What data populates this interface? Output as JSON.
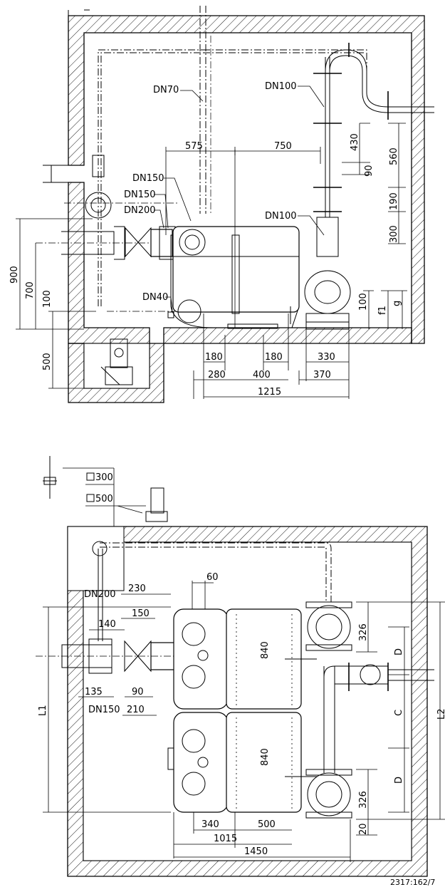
{
  "top_view": {
    "pipe_labels": [
      "DN70",
      "DN100",
      "DN150",
      "DN150",
      "DN200",
      "DN100",
      "DN40"
    ],
    "dims": {
      "d575": "575",
      "d750": "750",
      "d430": "430",
      "d90": "90",
      "d560": "560",
      "d190": "190",
      "d300": "300",
      "d900": "900",
      "d700": "700",
      "d100_left": "100",
      "d500": "500",
      "d100_right": "100",
      "f1": "f1",
      "g": "g",
      "d180a": "180",
      "d180b": "180",
      "d330": "330",
      "d280": "280",
      "d400": "400",
      "d370": "370",
      "d1215": "1215"
    }
  },
  "bottom_view": {
    "labels": {
      "sq300": "300",
      "sq500": "500",
      "dn200": "DN200",
      "dn150": "DN150",
      "d230": "230",
      "d60": "60",
      "d150": "150",
      "d140": "140",
      "d135": "135",
      "d90": "90",
      "d210": "210",
      "d840a": "840",
      "d840b": "840",
      "d326a": "326",
      "d326b": "326",
      "D1": "D",
      "C": "C",
      "D2": "D",
      "L1": "L1",
      "L2": "L2",
      "d20": "20",
      "d340": "340",
      "d500": "500",
      "d1015": "1015",
      "d1450": "1450"
    },
    "drawing_number": "2317:162/7"
  }
}
